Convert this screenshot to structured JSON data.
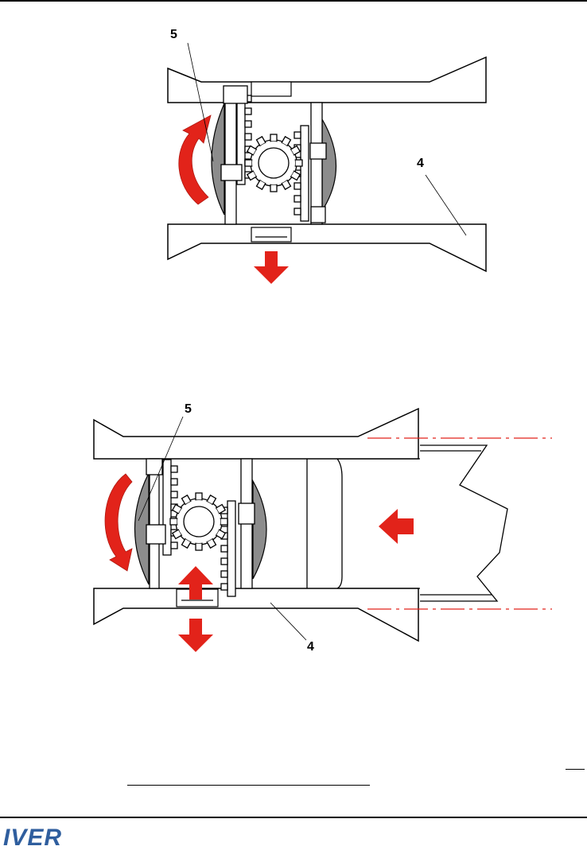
{
  "figure_top": {
    "callouts": {
      "ring": "5",
      "bar": "4"
    },
    "colors": {
      "arrow": "#e2231a",
      "disc": "#8c8c8c",
      "line": "#000000"
    }
  },
  "figure_bottom": {
    "callouts": {
      "ring": "5",
      "bar": "4"
    },
    "colors": {
      "arrow": "#e2231a",
      "disc": "#8c8c8c",
      "dash": "#e2231a"
    }
  },
  "footer": {
    "logo_text": "IVER"
  }
}
